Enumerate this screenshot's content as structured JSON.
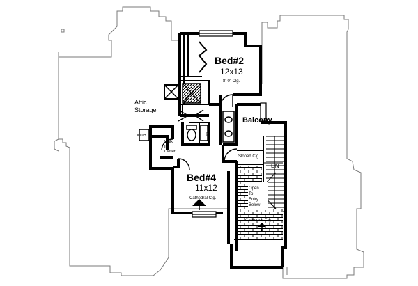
{
  "rooms": {
    "bed2": {
      "name": "Bed#2",
      "size": "12x13",
      "note": "8'-0\" Clg."
    },
    "bed4": {
      "name": "Bed#4",
      "size": "11x12",
      "note": "Cathedral Clg."
    },
    "balcony": {
      "name": "Balcony",
      "note": "Sloped Clg."
    },
    "attic": {
      "line1": "Attic",
      "line2": "Storage"
    },
    "walkin": {
      "line1": "Walk",
      "line2": "In",
      "line3": "Closet"
    },
    "open_below": {
      "line1": "Open",
      "line2": "To",
      "line3": "Entry",
      "line4": "Below",
      "note": "Cathedral Clg."
    },
    "stairs": {
      "label": "DN"
    },
    "lin": {
      "label": "lin"
    },
    "attic_access": {
      "label": "D/H"
    }
  }
}
